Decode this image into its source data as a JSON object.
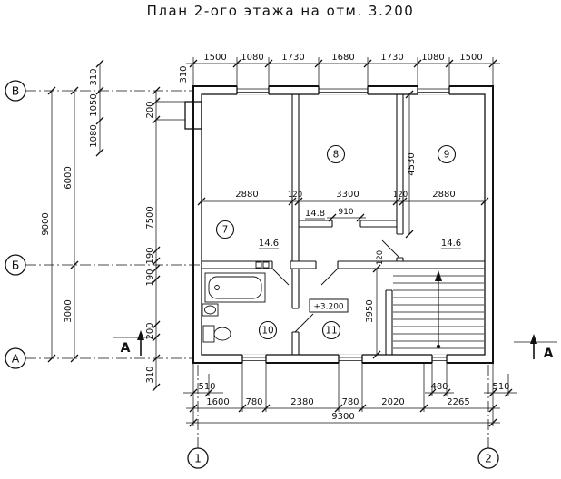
{
  "title": "План 2-ого этажа на отм. 3.200",
  "grid": {
    "row_v": "В",
    "row_b": "Б",
    "row_a": "А",
    "col_1": "1",
    "col_2": "2"
  },
  "section_mark": "А",
  "elevation_mark": "+3.200",
  "rooms": {
    "r7": "7",
    "r8": "8",
    "r9": "9",
    "r10": "10",
    "r11": "11"
  },
  "areas": {
    "room7": "14.6",
    "room8": "14.8",
    "room9": "14.6"
  },
  "dims": {
    "top_offset": "310",
    "top": [
      "1500",
      "1080",
      "1730",
      "1680",
      "1730",
      "1080",
      "1500"
    ],
    "left_total": "9000",
    "left_upper": "6000",
    "left_lower": "3000",
    "left_stack": [
      "310",
      "1050",
      "1080"
    ],
    "left_inner": [
      "200",
      "7500",
      "190",
      "190",
      "200",
      "310"
    ],
    "bottom_small": [
      "510",
      "480",
      "510"
    ],
    "bottom": [
      "1600",
      "780",
      "2380",
      "780",
      "2020",
      "2265"
    ],
    "bottom_total": "9300",
    "interior_row": [
      "2880",
      "120",
      "3300",
      "120",
      "2880"
    ],
    "closet_opening": "910",
    "room_depth": "4530",
    "wall_120": "120",
    "stair_depth": "3950"
  }
}
